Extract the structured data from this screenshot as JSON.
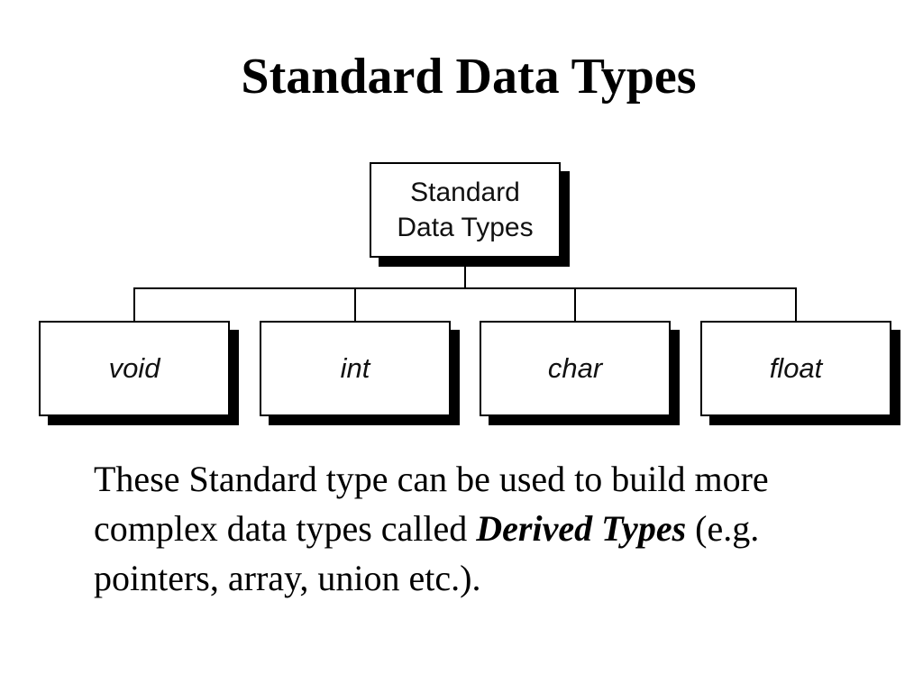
{
  "slide": {
    "title": "Standard Data Types"
  },
  "diagram": {
    "root": {
      "line1": "Standard",
      "line2": "Data Types"
    },
    "children": [
      {
        "label": "void"
      },
      {
        "label": "int"
      },
      {
        "label": "char"
      },
      {
        "label": "float"
      }
    ]
  },
  "description": {
    "part1": "These Standard type can be used to build more complex data types called ",
    "emphasis1": "Derived",
    "space": " ",
    "emphasis2": "Types",
    "part2": " (e.g. pointers, array, union etc.)."
  }
}
